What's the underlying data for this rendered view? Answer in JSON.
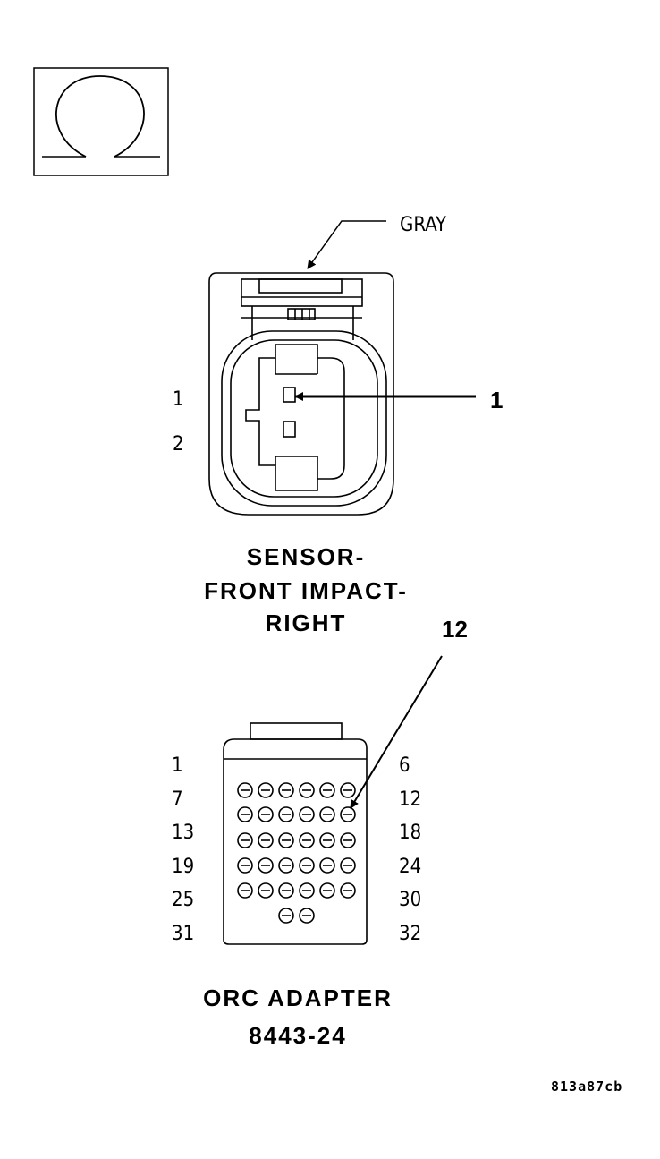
{
  "ohm_symbol": "Ω",
  "sensor_connector": {
    "wire_color": "GRAY",
    "pins": [
      "1",
      "2"
    ],
    "callout": "1",
    "title_lines": [
      "SENSOR-",
      "FRONT IMPACT-",
      "RIGHT"
    ]
  },
  "adapter": {
    "callout": "12",
    "left_labels": [
      "1",
      "7",
      "13",
      "19",
      "25",
      "31"
    ],
    "right_labels": [
      "6",
      "12",
      "18",
      "24",
      "30",
      "32"
    ],
    "title_lines": [
      "ORC ADAPTER",
      "8443-24"
    ]
  },
  "figure_code": "813a87cb"
}
